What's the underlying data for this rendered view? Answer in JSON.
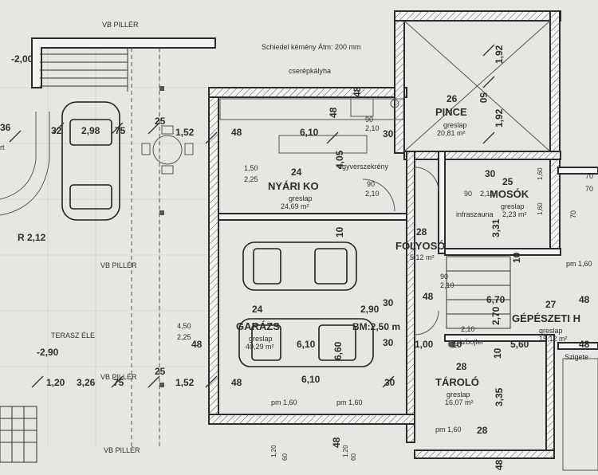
{
  "rooms": [
    {
      "number": "26",
      "name": "PINCE",
      "floor": "greslap",
      "area": "20,81 m²"
    },
    {
      "number": "24",
      "name": "NYÁRI KO",
      "floor": "greslap",
      "area": "24,69 m²"
    },
    {
      "number": "25",
      "name": "MOSÓK",
      "floor": "greslap",
      "area": "2,23 m²"
    },
    {
      "number": "28",
      "name": "FOLYOSÓ",
      "area": "5,12 m²"
    },
    {
      "number": "24",
      "name": "GARÁZS",
      "floor": "greslap",
      "area": "40,29 m²"
    },
    {
      "number": "27",
      "name": "GÉPÉSZETI H",
      "floor": "greslap",
      "area": "15,12 m²"
    },
    {
      "number": "28",
      "name": "TÁROLÓ",
      "floor": "greslap",
      "area": "16,07 m²"
    }
  ],
  "annotations": {
    "vb_piller": "VB PILLÉR",
    "chimney": "Schiedel kémény Átm: 200 mm",
    "stove": "cserépkályha",
    "wall_cabinet": "egyverszekrény",
    "infra": "infraszauna",
    "terrace_edge": "TERASZ ÉLE",
    "radius": "R 2,12",
    "bm": "BM:2,50 m",
    "boiler": "gázbojler",
    "sziget": "Szigete",
    "rt": "rt"
  },
  "dimensions": {
    "d_neg200": "-2,00",
    "d_36": "36",
    "d_32": "32",
    "d_298": "2,98",
    "d_75a": "75",
    "d_25a": "25",
    "d_152a": "1,52",
    "d_48a": "48",
    "d_610a": "6,10",
    "d_48b": "48",
    "d_30a": "30",
    "d_192a": "1,92",
    "d_192b": "1,92",
    "d_50": "50",
    "d_405": "4,05",
    "d_150": "1,50",
    "d_225a": "2,25",
    "d_90a": "90",
    "d_210a": "2,10",
    "d_90b": "90",
    "d_210b": "2,10",
    "d_90c": "90",
    "d_210c": "2,10",
    "d_90d": "90",
    "d_210d": "2,10",
    "d_30b": "30",
    "d_160a": "1,60",
    "d_160b": "1,60",
    "d_70a": "70",
    "d_70b": "70",
    "d_70c": "70",
    "d_10a": "10",
    "d_10b": "10",
    "d_331": "3,31",
    "d_pm160a": "pm 1,60",
    "d_48c": "48",
    "d_670": "6,70",
    "d_48d": "48",
    "d_290": "2,90",
    "d_30c": "30",
    "d_30d": "30",
    "d_450": "4,50",
    "d_225b": "2,25",
    "d_48e": "48",
    "d_610b": "6,10",
    "d_660": "6,60",
    "d_100": "1,00",
    "d_10c": "10",
    "d_270": "2,70",
    "d_560": "5,60",
    "d_48f": "48",
    "d_210e": "2,10",
    "d_neg290": "-2,90",
    "d_120": "1,20",
    "d_326": "3,26",
    "d_75b": "75",
    "d_25b": "25",
    "d_152b": "1,52",
    "d_48g": "48",
    "d_610c": "6,10",
    "d_30e": "30",
    "d_10d": "10",
    "d_335": "3,35",
    "d_pm160b": "pm 1,60",
    "d_pm160c": "pm 1,60",
    "d_pm160d": "pm 1,60",
    "d_28": "28",
    "d_48h": "48",
    "d_120b": "1,20",
    "d_60a": "60",
    "d_120c": "1,20",
    "d_60b": "60",
    "d_48i": "48",
    "d_48j": "48"
  },
  "colors": {
    "paper": "#e7e6e2",
    "ink": "#2a2a2a"
  }
}
